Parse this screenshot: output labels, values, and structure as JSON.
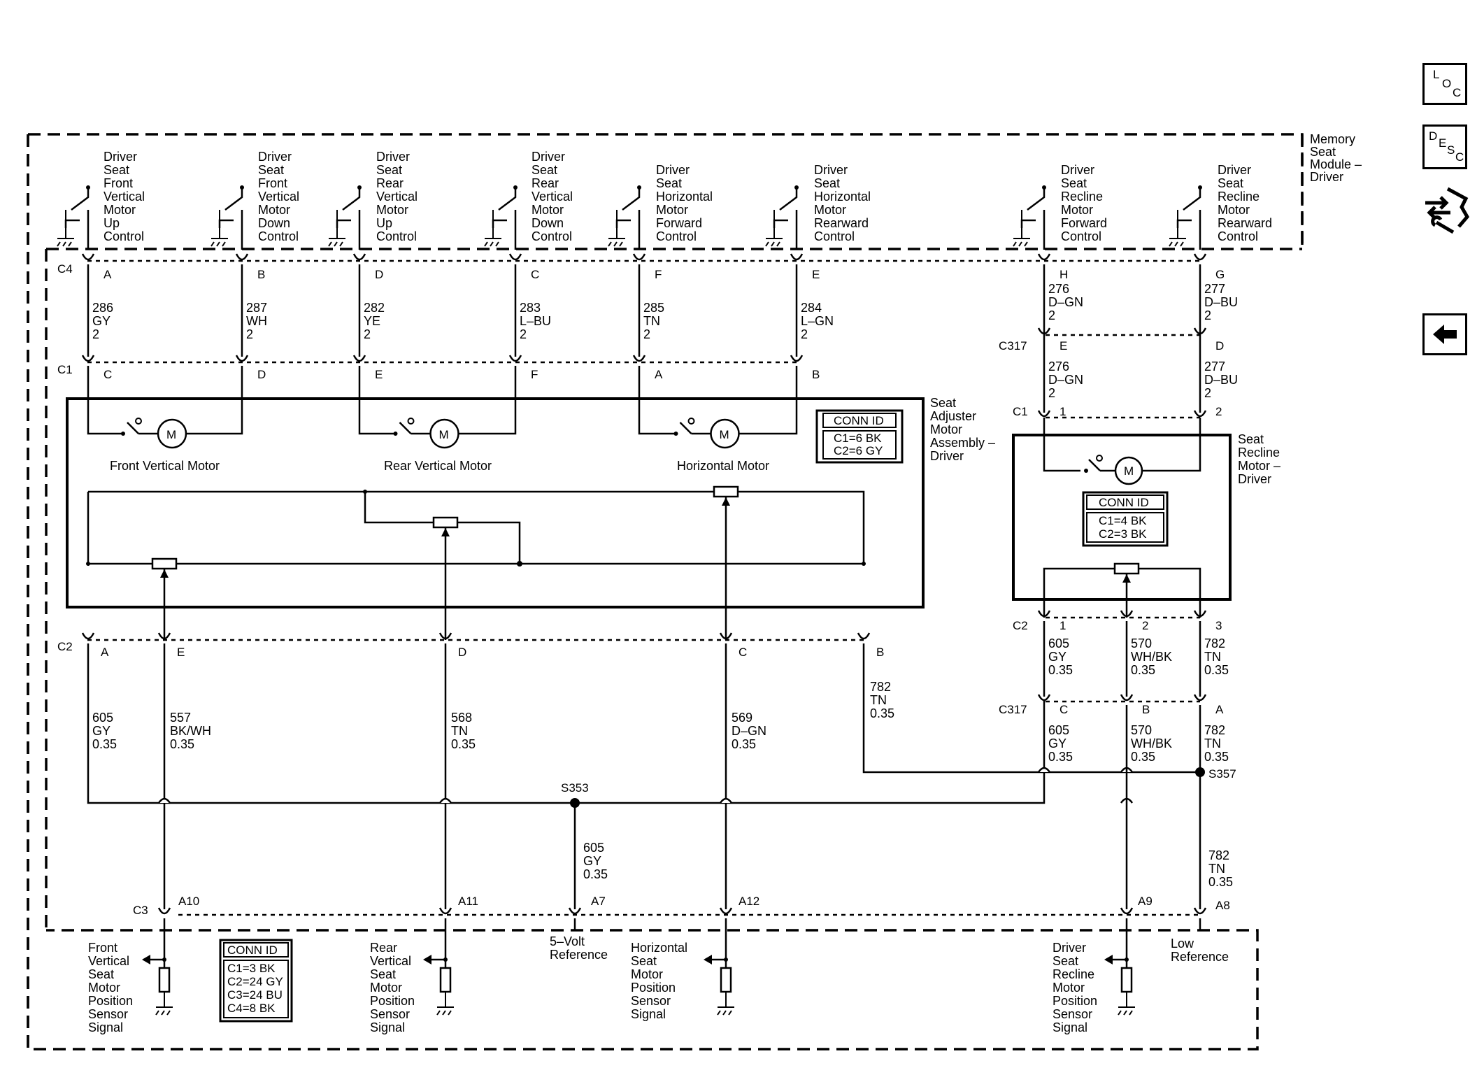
{
  "module": {
    "title_lines": [
      "Memory",
      "Seat",
      "Module –",
      "Driver"
    ]
  },
  "switches": [
    {
      "lines": [
        "Driver",
        "Seat",
        "Front",
        "Vertical",
        "Motor",
        "Up",
        "Control"
      ],
      "pin": "A",
      "circuit": [
        "286",
        "GY",
        "2"
      ],
      "c1_pin": "C"
    },
    {
      "lines": [
        "Driver",
        "Seat",
        "Front",
        "Vertical",
        "Motor",
        "Down",
        "Control"
      ],
      "pin": "B",
      "circuit": [
        "287",
        "WH",
        "2"
      ],
      "c1_pin": "D"
    },
    {
      "lines": [
        "Driver",
        "Seat",
        "Rear",
        "Vertical",
        "Motor",
        "Up",
        "Control"
      ],
      "pin": "D",
      "circuit": [
        "282",
        "YE",
        "2"
      ],
      "c1_pin": "E"
    },
    {
      "lines": [
        "Driver",
        "Seat",
        "Rear",
        "Vertical",
        "Motor",
        "Down",
        "Control"
      ],
      "pin": "C",
      "circuit": [
        "283",
        "L–BU",
        "2"
      ],
      "c1_pin": "F"
    },
    {
      "lines": [
        "Driver",
        "Seat",
        "Horizontal",
        "Motor",
        "Forward",
        "Control"
      ],
      "pin": "F",
      "circuit": [
        "285",
        "TN",
        "2"
      ],
      "c1_pin": "A"
    },
    {
      "lines": [
        "Driver",
        "Seat",
        "Horizontal",
        "Motor",
        "Rearward",
        "Control"
      ],
      "pin": "E",
      "circuit": [
        "284",
        "L–GN",
        "2"
      ],
      "c1_pin": "B"
    },
    {
      "lines": [
        "Driver",
        "Seat",
        "Recline",
        "Motor",
        "Forward",
        "Control"
      ],
      "pin": "H",
      "circuit": [
        "276",
        "D–GN",
        "2"
      ],
      "c317_pin": "E",
      "circuit2": [
        "276",
        "D–GN",
        "2"
      ],
      "c1_pin": "1"
    },
    {
      "lines": [
        "Driver",
        "Seat",
        "Recline",
        "Motor",
        "Rearward",
        "Control"
      ],
      "pin": "G",
      "circuit": [
        "277",
        "D–BU",
        "2"
      ],
      "c317_pin": "D",
      "circuit2": [
        "277",
        "D–BU",
        "2"
      ],
      "c1_pin": "2"
    }
  ],
  "connectors": {
    "c4": "C4",
    "c1": "C1",
    "c317": "C317",
    "c2": "C2",
    "c3": "C3"
  },
  "adjuster": {
    "title_lines": [
      "Seat",
      "Adjuster",
      "Motor",
      "Assembly –",
      "Driver"
    ],
    "motors": [
      "Front Vertical Motor",
      "Rear Vertical Motor",
      "Horizontal Motor"
    ],
    "motor_symbol": "M",
    "conn_id": {
      "title": "CONN ID",
      "lines": [
        "C1=6 BK",
        "C2=6 GY"
      ]
    }
  },
  "recline": {
    "title_lines": [
      "Seat",
      "Recline",
      "Motor –",
      "Driver"
    ],
    "conn_id": {
      "title": "CONN ID",
      "lines": [
        "C1=4 BK",
        "C2=3 BK"
      ]
    }
  },
  "c2_pins": [
    {
      "pin": "A",
      "circuit": [
        "605",
        "GY",
        "0.35"
      ]
    },
    {
      "pin": "E",
      "circuit": [
        "557",
        "BK/WH",
        "0.35"
      ]
    },
    {
      "pin": "D",
      "circuit": [
        "568",
        "TN",
        "0.35"
      ]
    },
    {
      "pin": "C",
      "circuit": [
        "569",
        "D–GN",
        "0.35"
      ]
    },
    {
      "pin": "B",
      "circuit": [
        "782",
        "TN",
        "0.35"
      ]
    }
  ],
  "recline_c2": [
    {
      "pin": "1",
      "circuit": [
        "605",
        "GY",
        "0.35"
      ],
      "c317_pin": "C",
      "circuit2": [
        "605",
        "GY",
        "0.35"
      ]
    },
    {
      "pin": "2",
      "circuit": [
        "570",
        "WH/BK",
        "0.35"
      ],
      "c317_pin": "B",
      "circuit2": [
        "570",
        "WH/BK",
        "0.35"
      ]
    },
    {
      "pin": "3",
      "circuit": [
        "782",
        "TN",
        "0.35"
      ],
      "c317_pin": "A",
      "circuit2": [
        "782",
        "TN",
        "0.35"
      ]
    }
  ],
  "splices": {
    "s353": "S353",
    "s357": "S357"
  },
  "splice_circuits": {
    "s353": [
      "605",
      "GY",
      "0.35"
    ],
    "s357": [
      "782",
      "TN",
      "0.35"
    ]
  },
  "c3_pins": [
    "A10",
    "A11",
    "A7",
    "A12",
    "A9",
    "A8"
  ],
  "sensors": [
    {
      "lines": [
        "Front",
        "Vertical",
        "Seat",
        "Motor",
        "Position",
        "Sensor",
        "Signal"
      ]
    },
    {
      "lines": [
        "Rear",
        "Vertical",
        "Seat",
        "Motor",
        "Position",
        "Sensor",
        "Signal"
      ]
    },
    {
      "lines": [
        "Horizontal",
        "Seat",
        "Motor",
        "Position",
        "Sensor",
        "Signal"
      ]
    },
    {
      "lines": [
        "Driver",
        "Seat",
        "Recline",
        "Motor",
        "Position",
        "Sensor",
        "Signal"
      ]
    }
  ],
  "refs": {
    "five_volt": [
      "5–Volt",
      "Reference"
    ],
    "low": [
      "Low",
      "Reference"
    ]
  },
  "module_conn_id": {
    "title": "CONN ID",
    "lines": [
      "C1=3 BK",
      "C2=24 GY",
      "C3=24 BU",
      "C4=8 BK"
    ]
  },
  "sidebar": {
    "loc": [
      "L",
      "O",
      "C"
    ],
    "desc": [
      "D",
      "E",
      "S",
      "C"
    ],
    "icons": [
      "schematic-tool-icon",
      "back-arrow-icon"
    ]
  }
}
